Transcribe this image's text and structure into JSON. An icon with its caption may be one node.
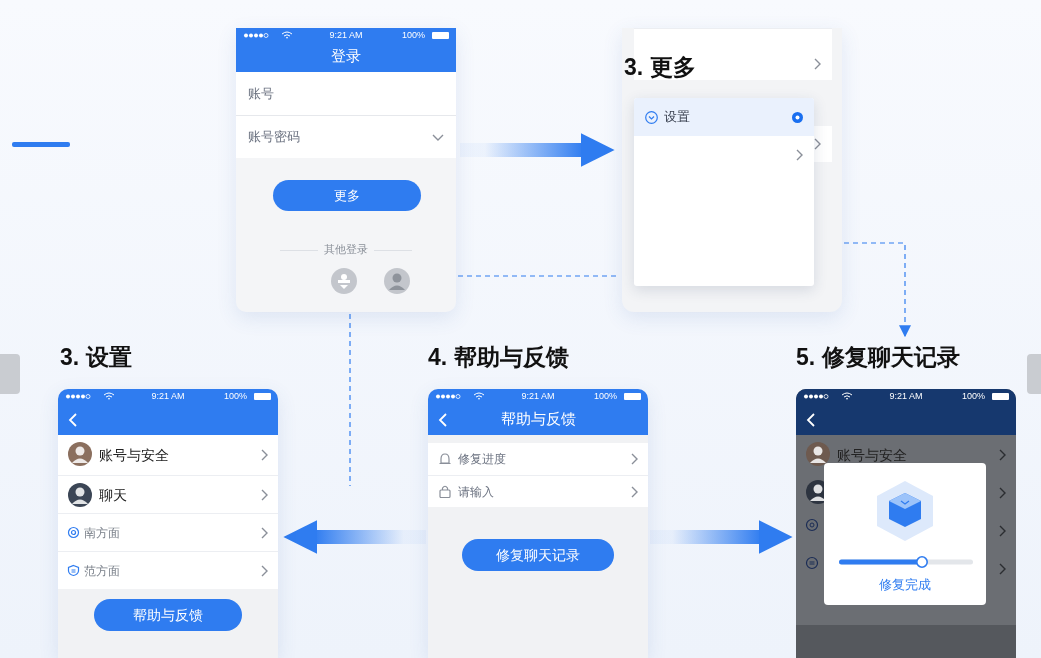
{
  "diagram": {
    "nodes": [
      {
        "text": [
          "9:21 AM",
          "100%",
          "登录",
          "账号",
          "账号密码",
          "更多",
          "其他登录"
        ]
      },
      {
        "text": [
          "3. 更多",
          "设置"
        ]
      },
      {
        "text": [
          "3. 设置",
          "9:21 AM",
          "100%",
          "账号与安全",
          "聊天",
          "南方面",
          "范方面",
          "帮助与反馈"
        ]
      },
      {
        "text": [
          "4. 帮助与反馈",
          "9:21 AM",
          "100%",
          "帮助与反馈",
          "修复进度",
          "请输入",
          "修复聊天记录"
        ]
      },
      {
        "text": [
          "5. 修复聊天记录",
          "9:21 AM",
          "100%",
          "账号与安全"
        ]
      },
      {
        "text": [
          "修复完成"
        ],
        "in": 4
      }
    ],
    "edges": [
      {
        "from": 0,
        "to": 1,
        "arrow": "to"
      },
      {
        "from": 0,
        "to": 1,
        "arrow": "none",
        "style": "dashed"
      },
      {
        "from": 0,
        "to": null,
        "arrow": "none",
        "style": "dashed"
      },
      {
        "from": 1,
        "to": 4,
        "arrow": "to",
        "style": "dashed"
      },
      {
        "from": 3,
        "to": 2,
        "arrow": "to"
      },
      {
        "from": 3,
        "to": 4,
        "arrow": "to"
      }
    ]
  }
}
